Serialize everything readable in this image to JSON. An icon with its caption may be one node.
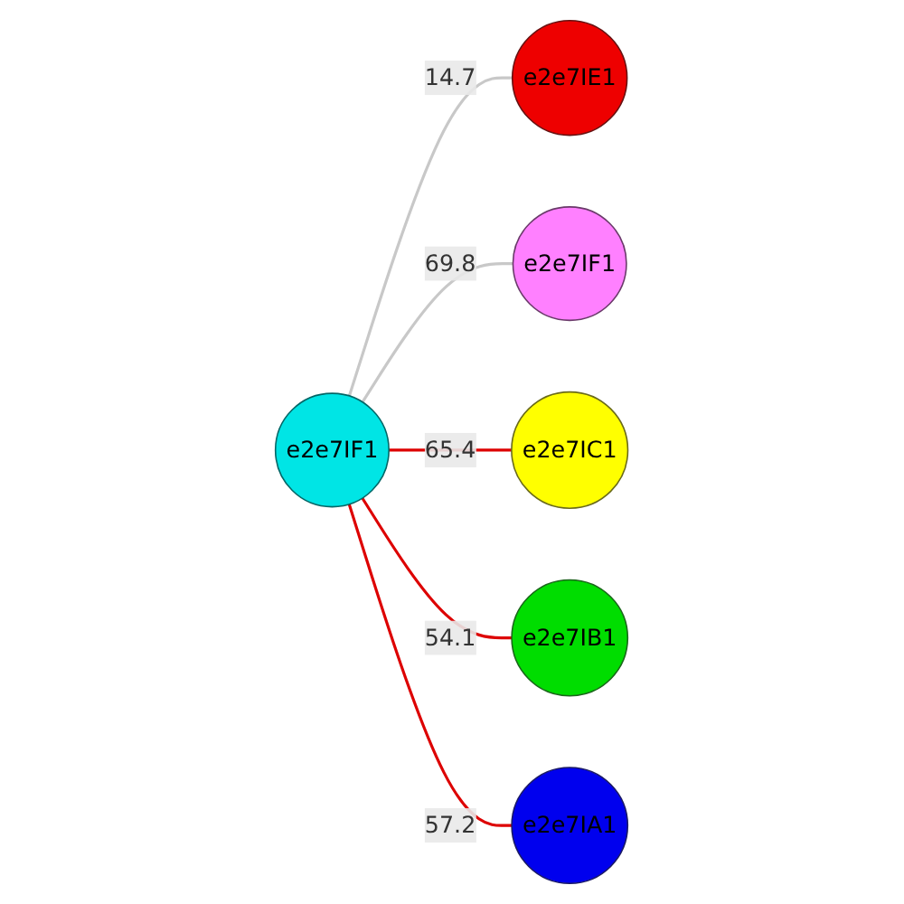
{
  "diagram": {
    "nodes": [
      {
        "text": [
          "e2e7IF1"
        ]
      },
      {
        "text": [
          "e2e7IE1"
        ]
      },
      {
        "text": [
          "e2e7IF1"
        ]
      },
      {
        "text": [
          "e2e7IC1"
        ]
      },
      {
        "text": [
          "e2e7IB1"
        ]
      },
      {
        "text": [
          "e2e7IA1"
        ]
      }
    ],
    "edges": [
      {
        "from": 0,
        "to": 1,
        "arrow": "none",
        "label": "14.7",
        "color": "#c8c8c8"
      },
      {
        "from": 0,
        "to": 2,
        "arrow": "none",
        "label": "69.8",
        "color": "#c8c8c8"
      },
      {
        "from": 0,
        "to": 3,
        "arrow": "none",
        "label": "65.4"
      },
      {
        "from": 0,
        "to": 4,
        "arrow": "none",
        "label": "54.1"
      },
      {
        "from": 0,
        "to": 5,
        "arrow": "none",
        "label": "57.2"
      }
    ]
  }
}
